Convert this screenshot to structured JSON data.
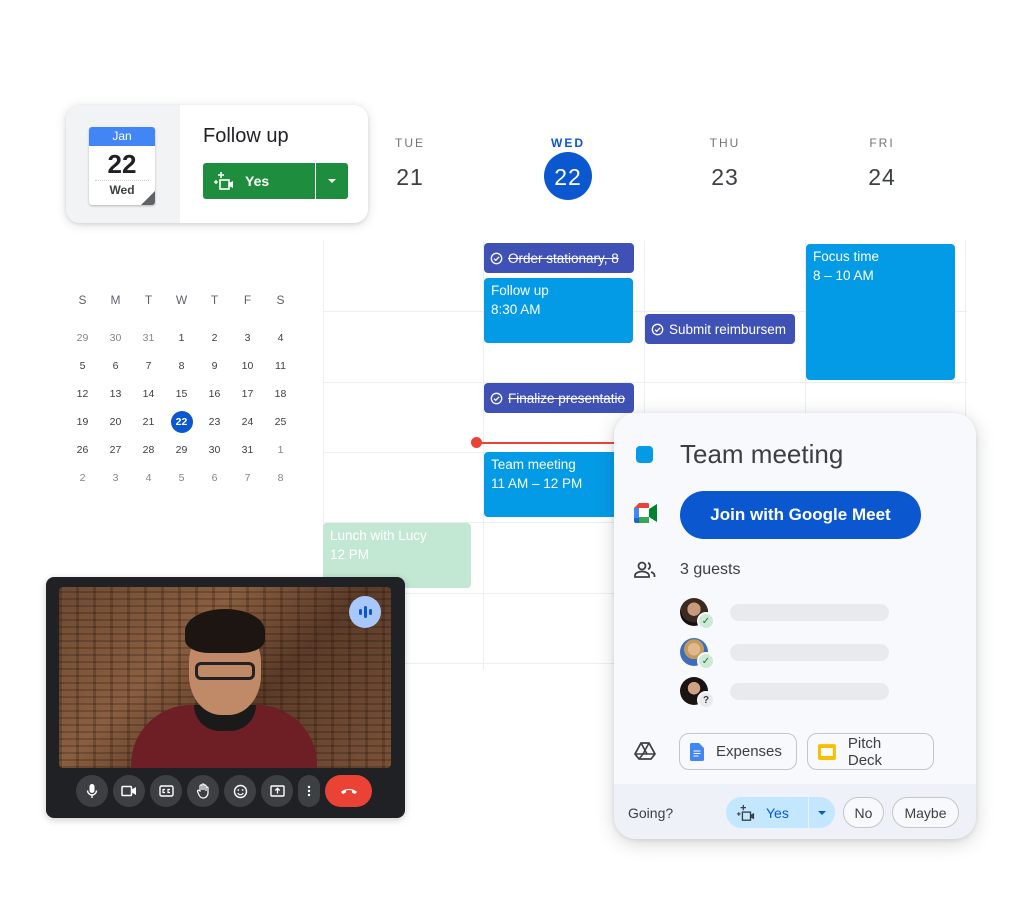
{
  "colors": {
    "primary_blue": "#0b57d0",
    "event_blue": "#039be5",
    "task_indigo": "#3f51b5",
    "lunch_green": "#c2e7d3",
    "rsvp_green": "#1e8e3e",
    "now_red": "#ea4335"
  },
  "follow_up_card": {
    "calendar_icon": {
      "month": "Jan",
      "day": "22",
      "weekday": "Wed"
    },
    "title": "Follow up",
    "rsvp_label": "Yes",
    "rsvp_icon": "meet-sparkle-icon",
    "dropdown_icon": "caret-down-icon"
  },
  "week_header": [
    {
      "dow": "TUE",
      "num": "21",
      "today": false
    },
    {
      "dow": "WED",
      "num": "22",
      "today": true
    },
    {
      "dow": "THU",
      "num": "23",
      "today": false
    },
    {
      "dow": "FRI",
      "num": "24",
      "today": false
    }
  ],
  "mini_calendar": {
    "weekday_headers": [
      "S",
      "M",
      "T",
      "W",
      "T",
      "F",
      "S"
    ],
    "weeks": [
      [
        "29",
        "30",
        "31",
        "1",
        "2",
        "3",
        "4"
      ],
      [
        "5",
        "6",
        "7",
        "8",
        "9",
        "10",
        "11"
      ],
      [
        "12",
        "13",
        "14",
        "15",
        "16",
        "17",
        "18"
      ],
      [
        "19",
        "20",
        "21",
        "22",
        "23",
        "24",
        "25"
      ],
      [
        "26",
        "27",
        "28",
        "29",
        "30",
        "31",
        "1"
      ],
      [
        "2",
        "3",
        "4",
        "5",
        "6",
        "7",
        "8"
      ]
    ],
    "selected": "22"
  },
  "events": {
    "order_stationary": {
      "title": "Order stationary, 8",
      "type": "task",
      "done": true,
      "icon": "task-check-icon"
    },
    "follow_up": {
      "title": "Follow up",
      "time": "8:30 AM"
    },
    "submit_reimbursement": {
      "title": "Submit reimbursem",
      "type": "task",
      "done": false,
      "icon": "task-check-icon"
    },
    "focus_time": {
      "title": "Focus time",
      "time": "8 – 10 AM"
    },
    "finalize_presentation": {
      "title": "Finalize presentatio",
      "type": "task",
      "done": true,
      "icon": "task-check-icon"
    },
    "team_meeting": {
      "title": "Team meeting",
      "time": "11 AM – 12 PM"
    },
    "lunch": {
      "title": "Lunch with Lucy",
      "time": "12 PM"
    }
  },
  "video_call": {
    "speaking_indicator": "audio-level-icon",
    "controls": [
      {
        "name": "microphone",
        "icon": "mic-icon"
      },
      {
        "name": "camera",
        "icon": "camera-icon"
      },
      {
        "name": "captions",
        "icon": "captions-icon"
      },
      {
        "name": "raise-hand",
        "icon": "hand-icon"
      },
      {
        "name": "reactions",
        "icon": "emoji-icon"
      },
      {
        "name": "present",
        "icon": "present-screen-icon"
      },
      {
        "name": "more",
        "icon": "more-vert-icon"
      },
      {
        "name": "end-call",
        "icon": "hang-up-icon"
      }
    ]
  },
  "team_meeting_card": {
    "title": "Team meeting",
    "join_label": "Join with Google Meet",
    "guests_label": "3 guests",
    "guests": [
      {
        "status": "yes",
        "badge": "✓"
      },
      {
        "status": "yes",
        "badge": "✓"
      },
      {
        "status": "maybe",
        "badge": "?"
      }
    ],
    "attachments": [
      {
        "label": "Expenses",
        "icon": "docs-icon"
      },
      {
        "label": "Pitch Deck",
        "icon": "slides-icon"
      }
    ],
    "footer": {
      "going_label": "Going?",
      "yes_label": "Yes",
      "no_label": "No",
      "maybe_label": "Maybe"
    }
  }
}
